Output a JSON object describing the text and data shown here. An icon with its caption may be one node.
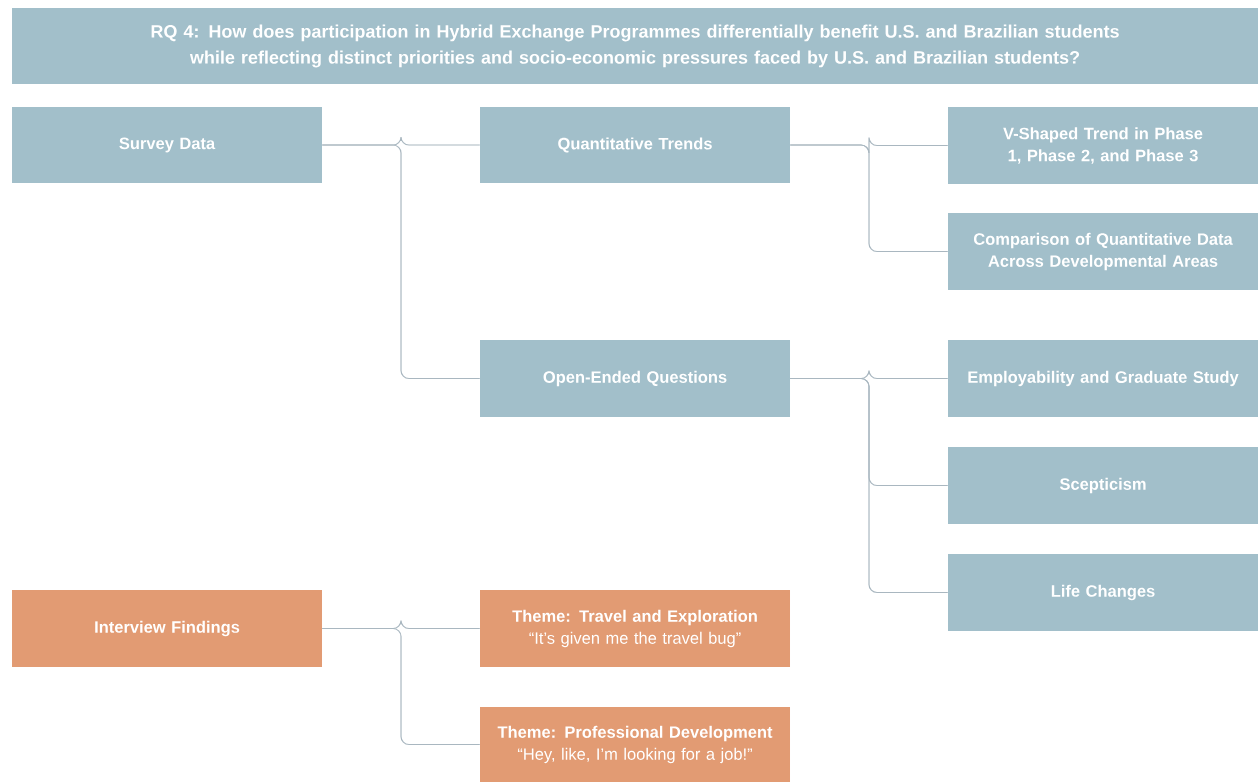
{
  "diagram": {
    "nodes": [
      {
        "text": [
          "RQ 4: How does participation in Hybrid Exchange Programmes differentially benefit U.S. and Brazilian students while reflecting distinct priorities and socio-economic pressures faced by U.S. and Brazilian students?"
        ]
      },
      {
        "text": [
          "Survey Data"
        ]
      },
      {
        "text": [
          "Quantitative Trends"
        ]
      },
      {
        "text": [
          "V-Shaped Trend in Phase 1, Phase 2, and Phase 3"
        ]
      },
      {
        "text": [
          "Comparison of Quantitative Data Across Developmental Areas"
        ]
      },
      {
        "text": [
          "Open-Ended Questions"
        ]
      },
      {
        "text": [
          "Employability and Graduate Study"
        ]
      },
      {
        "text": [
          "Scepticism"
        ]
      },
      {
        "text": [
          "Life Changes"
        ]
      },
      {
        "text": [
          "Interview Findings"
        ]
      },
      {
        "text": [
          "Theme: Travel and Exploration",
          "“It’s given me the travel bug”"
        ]
      },
      {
        "text": [
          "Theme: Professional Development",
          "“Hey, like, I’m looking for a job!”"
        ]
      }
    ],
    "edges": [
      {
        "from": 1,
        "to": 2,
        "arrow": "none"
      },
      {
        "from": 1,
        "to": 5,
        "arrow": "none"
      },
      {
        "from": 2,
        "to": 3,
        "arrow": "none"
      },
      {
        "from": 2,
        "to": 4,
        "arrow": "none"
      },
      {
        "from": 5,
        "to": 6,
        "arrow": "none"
      },
      {
        "from": 5,
        "to": 7,
        "arrow": "none"
      },
      {
        "from": 5,
        "to": 8,
        "arrow": "none"
      },
      {
        "from": 9,
        "to": 10,
        "arrow": "none"
      },
      {
        "from": 9,
        "to": 11,
        "arrow": "none"
      }
    ]
  }
}
